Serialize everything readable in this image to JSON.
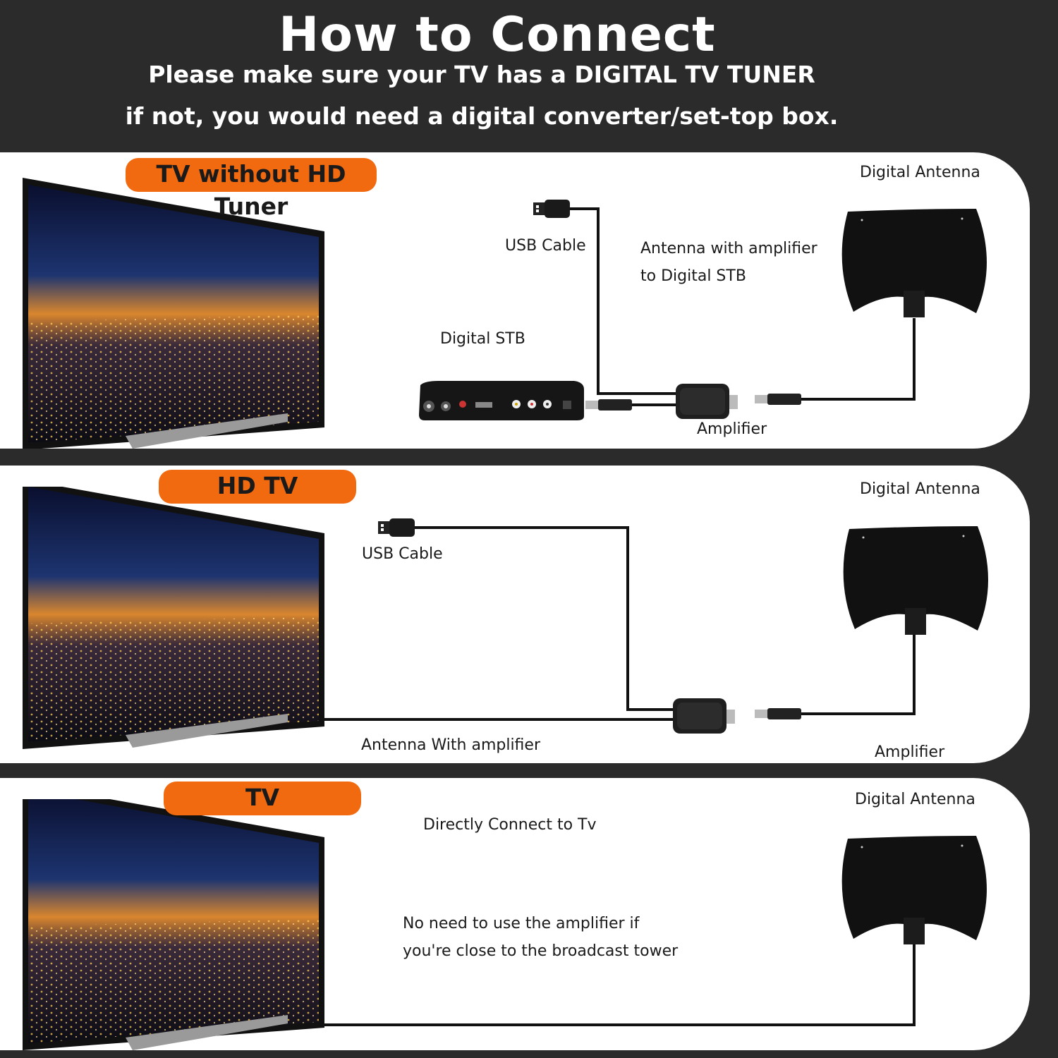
{
  "header": {
    "title": "How to Connect",
    "subtitle_line1": "Please make sure your TV has a DIGITAL TV TUNER",
    "subtitle_line2": "if not, you would need a digital converter/set-top box."
  },
  "panels": [
    {
      "badge": "TV without HD Tuner",
      "digital_antenna": "Digital Antenna",
      "usb_cable": "USB Cable",
      "antenna_note_line1": "Antenna with amplifier",
      "antenna_note_line2": "to Digital STB",
      "stb_label": "Digital STB",
      "amplifier": "Amplifier"
    },
    {
      "badge": "HD TV",
      "digital_antenna": "Digital Antenna",
      "usb_cable": "USB Cable",
      "antenna_with_amp": "Antenna With amplifier",
      "amplifier": "Amplifier"
    },
    {
      "badge": "TV",
      "digital_antenna": "Digital Antenna",
      "direct": "Directly Connect to Tv",
      "note_line1": "No need to use the amplifier if",
      "note_line2": "you're close to the broadcast tower"
    }
  ],
  "colors": {
    "background": "#2b2b2b",
    "panel": "#ffffff",
    "accent": "#f26a10",
    "text_dark": "#1a1a1a"
  }
}
